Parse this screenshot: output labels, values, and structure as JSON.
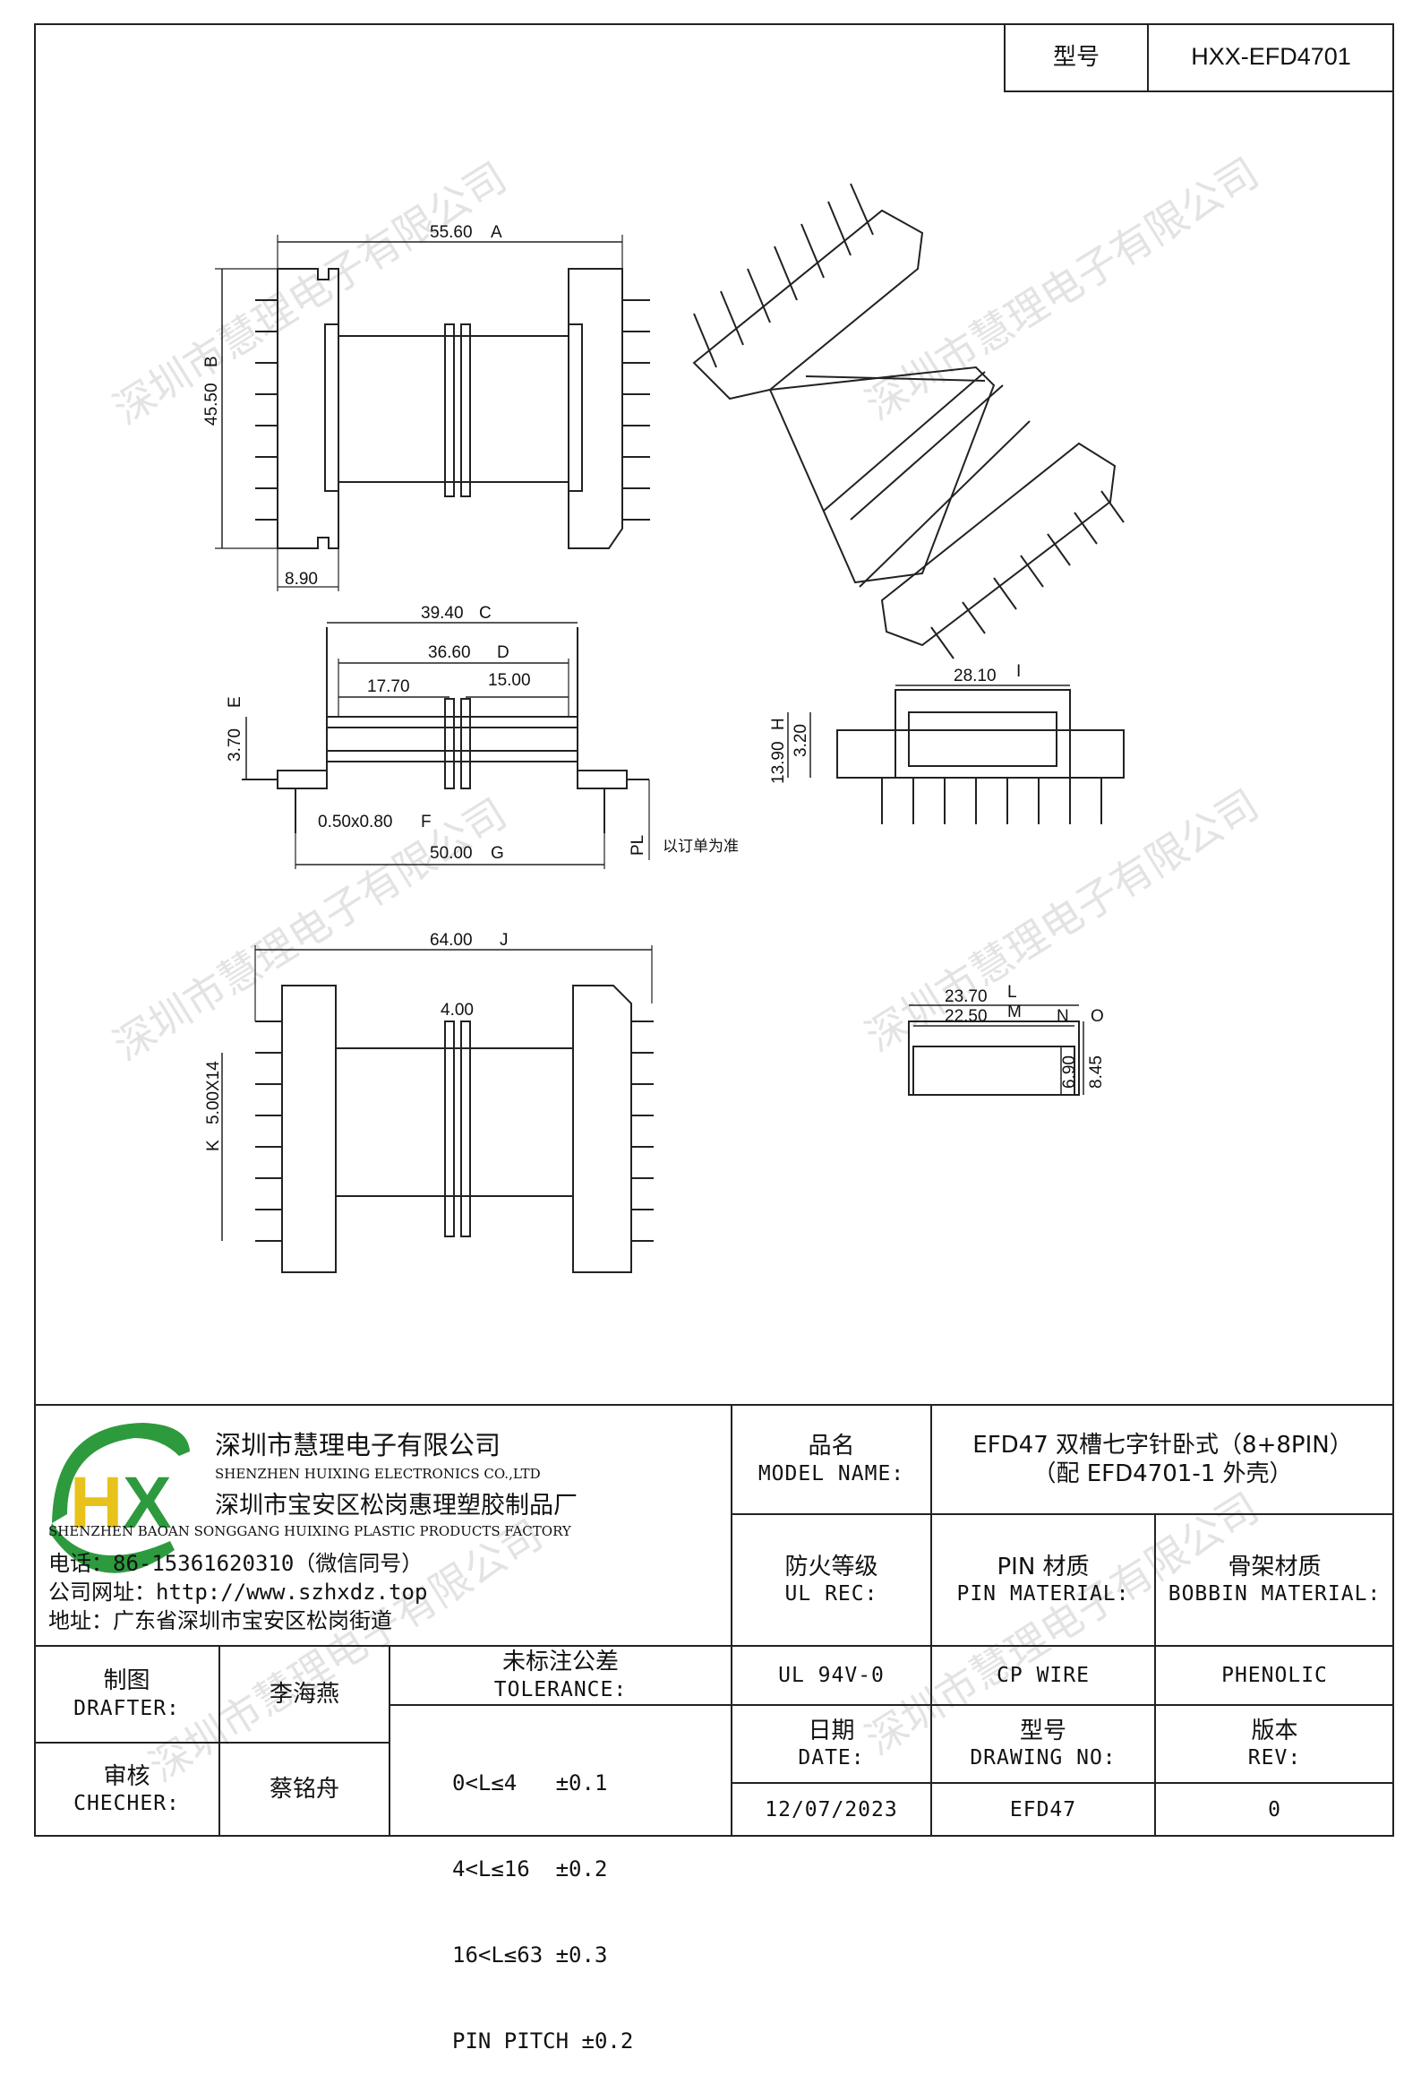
{
  "header": {
    "model_label": "型号",
    "model_value": "HXX-EFD4701"
  },
  "watermark": "深圳市慧理电子有限公司",
  "drawing": {
    "top_view": {
      "width": "55.60",
      "width_tag": "A",
      "height": "45.50",
      "height_tag": "B",
      "pin_offset": "8.90"
    },
    "front_view": {
      "d_c": "39.40",
      "tag_c": "C",
      "d_d": "36.60",
      "tag_d": "D",
      "d_17": "17.70",
      "d_15": "15.00",
      "d_e": "3.70",
      "tag_e": "E",
      "d_f": "0.50x0.80",
      "tag_f": "F",
      "d_g": "50.00",
      "tag_g": "G",
      "note_pl": "PL",
      "note": "以订单为准"
    },
    "side_view": {
      "d_i": "28.10",
      "tag_i": "I",
      "d_h": "13.90",
      "tag_h": "H",
      "d_320": "3.20"
    },
    "bottom_view": {
      "d_j": "64.00",
      "tag_j": "J",
      "d_4": "4.00",
      "d_k": "5.00X14",
      "tag_k": "K"
    },
    "end_view": {
      "d_l": "23.70",
      "tag_l": "L",
      "d_m": "22.50",
      "tag_m": "M",
      "tag_n": "N",
      "tag_o": "O",
      "d_690": "6.90",
      "d_845": "8.45"
    }
  },
  "company": {
    "name_cn": "深圳市慧理电子有限公司",
    "name_en": "SHENZHEN HUIXING ELECTRONICS CO.,LTD",
    "factory_cn": "深圳市宝安区松岗惠理塑胶制品厂",
    "factory_en": "SHENZHEN BAOAN SONGGANG HUIXING PLASTIC PRODUCTS FACTORY",
    "phone": "电话：86-15361620310（微信同号）",
    "website": "公司网址：http://www.szhxdz.top",
    "address": "地址：广东省深圳市宝安区松岗街道",
    "logo_text": "HX",
    "logo_green": "#2e9a3e",
    "logo_yellow": "#e8c21a"
  },
  "title_block": {
    "product_label_cn": "品名",
    "product_label_en": "MODEL NAME:",
    "product_line1": "EFD47 双槽七字针卧式（8+8PIN）",
    "product_line2": "（配 EFD4701-1 外壳）",
    "fire_label_cn": "防火等级",
    "fire_label_en": "UL REC:",
    "pin_label_cn": "PIN 材质",
    "pin_label_en": "PIN MATERIAL:",
    "bobbin_label_cn": "骨架材质",
    "bobbin_label_en": "BOBBIN MATERIAL:",
    "fire_value": "UL 94V-0",
    "pin_value": "CP WIRE",
    "bobbin_value": "PHENOLIC",
    "date_label_cn": "日期",
    "date_label_en": "DATE:",
    "drawing_label_cn": "型号",
    "drawing_label_en": "DRAWING NO:",
    "rev_label_cn": "版本",
    "rev_label_en": "REV:",
    "date_value": "12/07/2023",
    "drawing_value": "EFD47",
    "rev_value": "0",
    "drafter_label_cn": "制图",
    "drafter_label_en": "DRAFTER:",
    "drafter_name": "李海燕",
    "checker_label_cn": "审核",
    "checker_label_en": "CHECHER:",
    "checker_name": "蔡铭舟",
    "tolerance_label_cn": "未标注公差",
    "tolerance_label_en": "TOLERANCE:",
    "tolerance_rows": [
      "0<L≤4   ±0.1",
      "4<L≤16  ±0.2",
      "16<L≤63 ±0.3",
      "PIN PITCH ±0.2"
    ]
  }
}
